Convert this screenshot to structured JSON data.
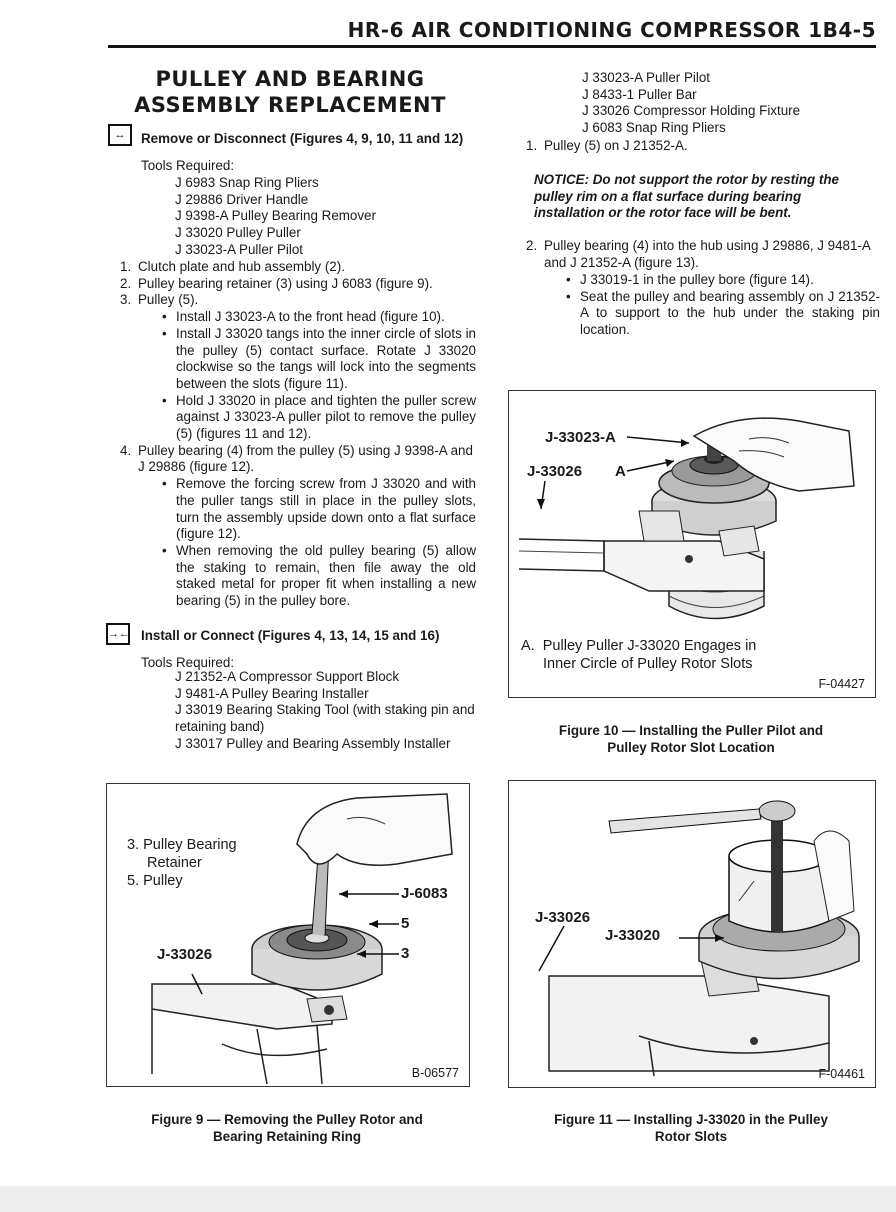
{
  "header": {
    "title": "HR-6 AIR CONDITIONING COMPRESSOR 1B4-5"
  },
  "section": {
    "title_line1": "PULLEY AND BEARING",
    "title_line2": "ASSEMBLY REPLACEMENT"
  },
  "remove": {
    "icon": "↔",
    "heading": "Remove or Disconnect (Figures 4, 9, 10, 11 and 12)",
    "tools_label": "Tools Required:",
    "tools": [
      "J 6983 Snap Ring Pliers",
      "J 29886 Driver Handle",
      "J 9398-A Pulley Bearing Remover",
      "J 33020 Pulley Puller",
      "J 33023-A Puller Pilot"
    ],
    "steps": [
      {
        "n": "1.",
        "text": "Clutch plate and hub assembly (2)."
      },
      {
        "n": "2.",
        "text": "Pulley bearing retainer (3) using J 6083 (figure 9)."
      },
      {
        "n": "3.",
        "text": "Pulley (5)."
      },
      {
        "n": "4.",
        "text": "Pulley bearing (4) from the pulley (5) using J 9398-A and J 29886 (figure 12)."
      }
    ],
    "step3_bullets": [
      "Install J 33023-A to the front head (figure 10).",
      "Install J 33020 tangs into the inner circle of slots in the pulley (5) contact surface. Rotate J 33020 clockwise so the tangs will lock into the segments between the slots (figure 11).",
      "Hold J 33020 in place and tighten the puller screw against J 33023-A puller pilot to remove the pulley (5) (figures 11 and 12)."
    ],
    "step4_bullets": [
      "Remove the forcing screw from J 33020 and with the puller tangs still in place in the pulley slots, turn the assembly upside down onto a flat surface (figure 12).",
      "When removing the old pulley bearing (5) allow the staking to remain, then file away the old staked metal for proper fit when installing a new bearing (5) in the pulley bore."
    ]
  },
  "install": {
    "icon": "→←",
    "heading": "Install or Connect (Figures 4, 13, 14, 15 and 16)",
    "tools_label": "Tools Required:",
    "tools": [
      "J 21352-A Compressor Support Block",
      "J 9481-A Pulley Bearing Installer",
      "J 33019 Bearing Staking Tool (with staking pin and retaining band)",
      "J 33017 Pulley and Bearing Assembly Installer"
    ],
    "tools_cont": [
      "J 33023-A Puller Pilot",
      "J 8433-1 Puller Bar",
      "J 33026 Compressor Holding Fixture",
      "J 6083 Snap Ring Pliers"
    ],
    "step1": {
      "n": "1.",
      "text": "Pulley (5) on J 21352-A."
    },
    "notice": "NOTICE: Do not support the rotor by resting the pulley rim on a flat surface during bearing installation or the rotor face will be bent.",
    "step2": {
      "n": "2.",
      "text": "Pulley bearing (4) into the hub using J 29886, J 9481-A and J 21352-A (figure 13)."
    },
    "step2_bullets": [
      "J 33019-1 in the pulley bore (figure 14).",
      "Seat the pulley and bearing assembly on J 21352-A to support to the hub under the staking pin location."
    ]
  },
  "fig10": {
    "label1": "J-33023-A",
    "label2": "J-33026",
    "label_a": "A",
    "note_letter": "A.",
    "note_line1": "Pulley Puller J-33020 Engages in",
    "note_line2": "Inner Circle of Pulley Rotor Slots",
    "code": "F-04427",
    "caption_line1": "Figure 10 — Installing the Puller Pilot and",
    "caption_line2": "Pulley Rotor Slot Location"
  },
  "fig9": {
    "legend1": "3. Pulley Bearing",
    "legend1b": "Retainer",
    "legend2": "5. Pulley",
    "label_j6083": "J-6083",
    "label_5": "5",
    "label_3": "3",
    "label_j33026": "J-33026",
    "code": "B-06577",
    "caption_line1": "Figure 9 — Removing the Pulley Rotor and",
    "caption_line2": "Bearing Retaining Ring"
  },
  "fig11": {
    "label_j33026": "J-33026",
    "label_j33020": "J-33020",
    "code": "F-04461",
    "caption_line1": "Figure 11 — Installing J-33020 in the Pulley",
    "caption_line2": "Rotor Slots"
  }
}
